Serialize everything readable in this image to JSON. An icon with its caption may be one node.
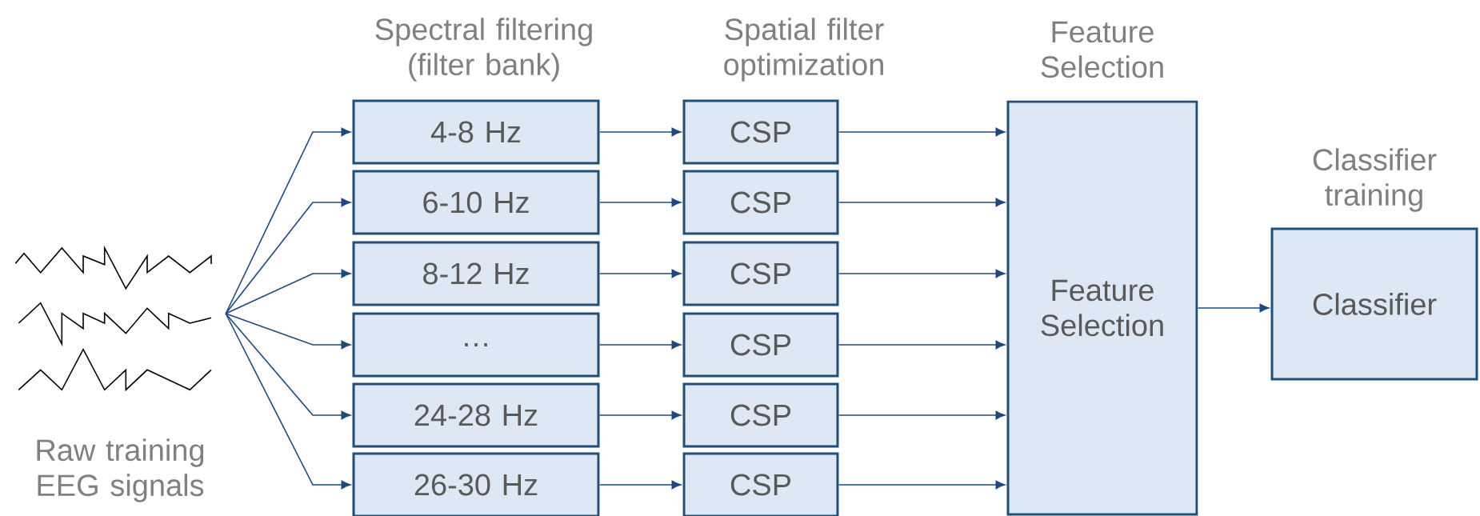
{
  "diagram": {
    "nodes": [
      {
        "text": [],
        "shape": "picture",
        "beside": [
          "Raw training EEG signals"
        ]
      },
      {
        "text": [
          "4-8 Hz"
        ]
      },
      {
        "text": [
          "6-10 Hz"
        ]
      },
      {
        "text": [
          "8-12 Hz"
        ]
      },
      {
        "text": [
          "…"
        ]
      },
      {
        "text": [
          "24-28 Hz"
        ]
      },
      {
        "text": [
          "26-30 Hz"
        ]
      },
      {
        "text": [
          "CSP"
        ]
      },
      {
        "text": [
          "CSP"
        ]
      },
      {
        "text": [
          "CSP"
        ]
      },
      {
        "text": [
          "CSP"
        ]
      },
      {
        "text": [
          "CSP"
        ]
      },
      {
        "text": [
          "CSP"
        ]
      },
      {
        "text": [
          "Feature Selection",
          "Feature Selection"
        ]
      },
      {
        "text": [
          "Classifier training",
          "Classifier"
        ]
      }
    ],
    "edges": [
      {
        "from": 0,
        "to": 1,
        "arrow": "to"
      },
      {
        "from": 0,
        "to": 2,
        "arrow": "to"
      },
      {
        "from": 0,
        "to": 3,
        "arrow": "to"
      },
      {
        "from": 0,
        "to": 4,
        "arrow": "to"
      },
      {
        "from": 0,
        "to": 5,
        "arrow": "to"
      },
      {
        "from": 0,
        "to": 6,
        "arrow": "to"
      },
      {
        "from": 1,
        "to": 7,
        "arrow": "to"
      },
      {
        "from": 2,
        "to": 8,
        "arrow": "to"
      },
      {
        "from": 3,
        "to": 9,
        "arrow": "to"
      },
      {
        "from": 4,
        "to": 10,
        "arrow": "to"
      },
      {
        "from": 5,
        "to": 11,
        "arrow": "to"
      },
      {
        "from": 6,
        "to": 12,
        "arrow": "to"
      },
      {
        "from": 7,
        "to": 13,
        "arrow": "to"
      },
      {
        "from": 8,
        "to": 13,
        "arrow": "to"
      },
      {
        "from": 9,
        "to": 13,
        "arrow": "to"
      },
      {
        "from": 10,
        "to": 13,
        "arrow": "to"
      },
      {
        "from": 11,
        "to": 13,
        "arrow": "to"
      },
      {
        "from": 12,
        "to": 13,
        "arrow": "to"
      },
      {
        "from": 13,
        "to": 14,
        "arrow": "to"
      }
    ],
    "labels": [
      "Spectral filtering (filter bank)",
      "Spatial filter optimization"
    ]
  }
}
